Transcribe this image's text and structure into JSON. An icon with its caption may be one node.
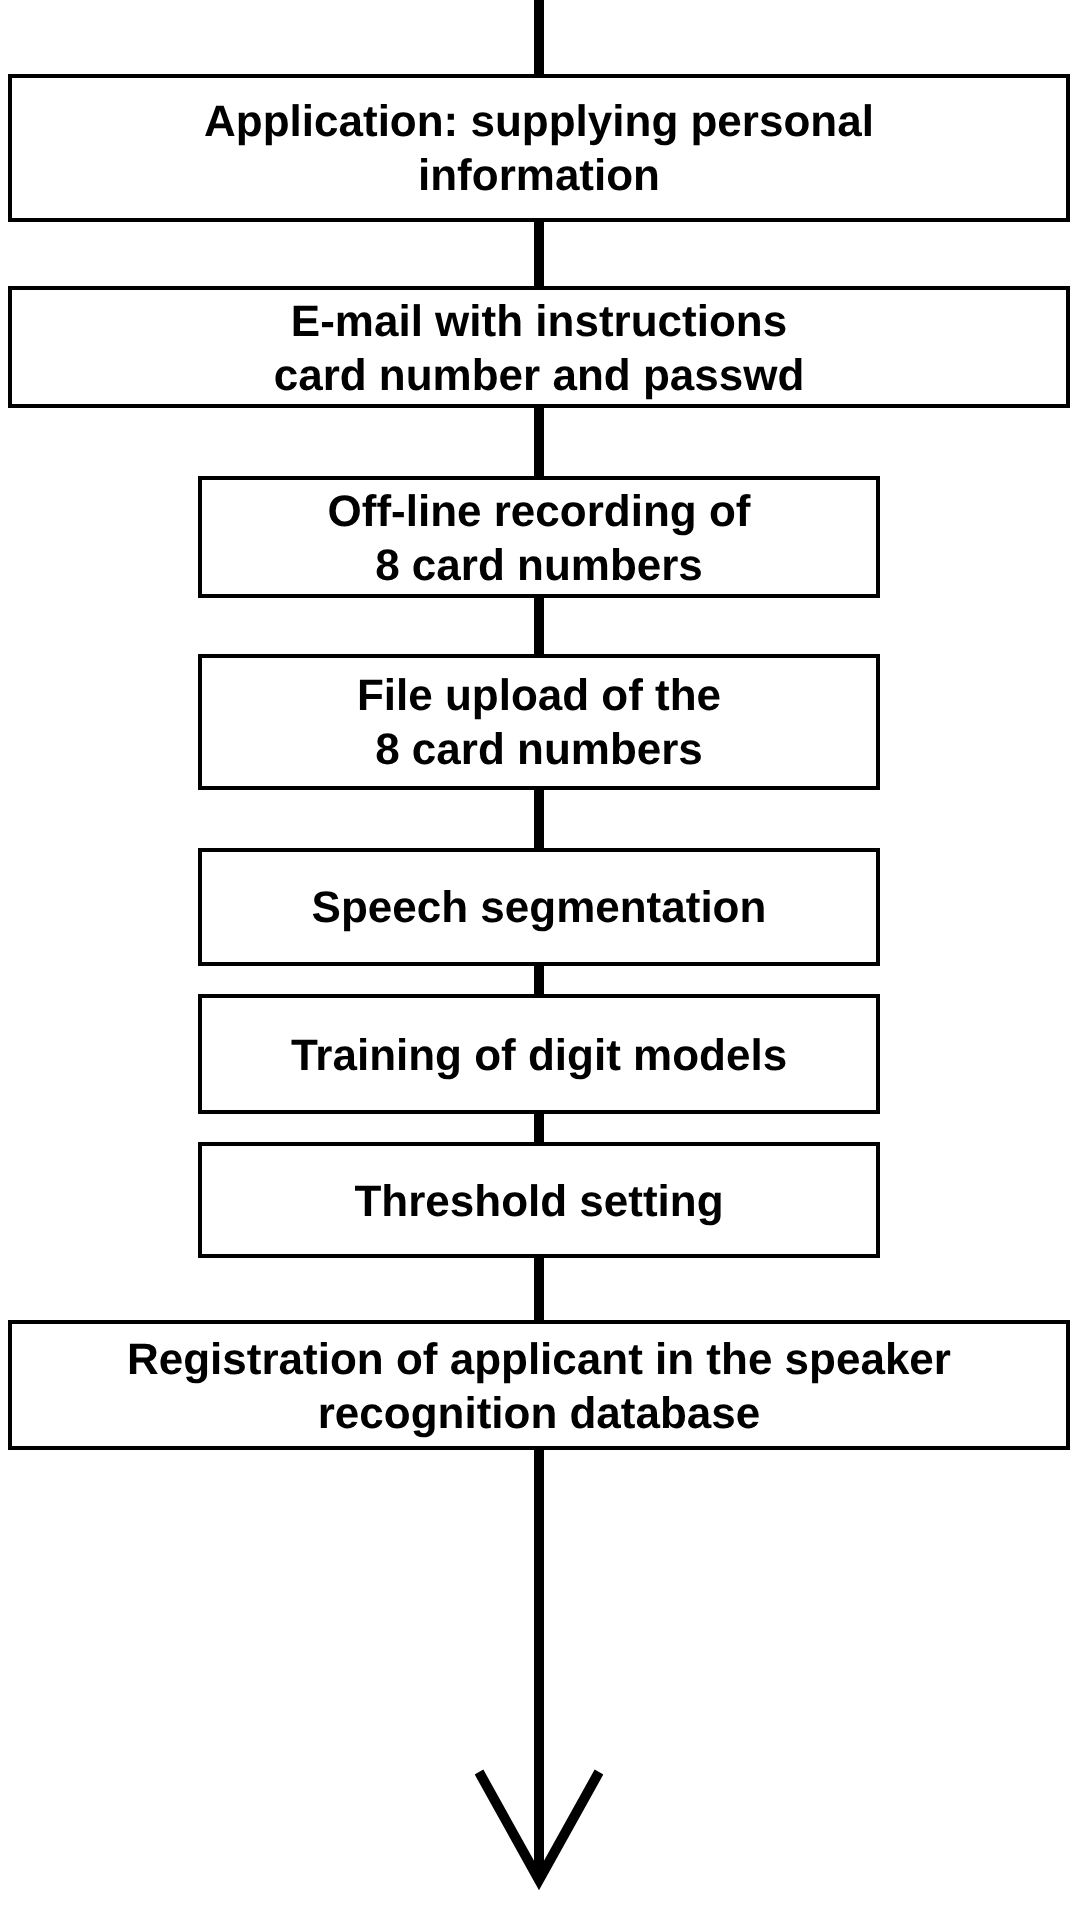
{
  "diagram": {
    "nodes": [
      {
        "text": [
          "Application: supplying personal information"
        ]
      },
      {
        "text": [
          "E-mail with instructions card number and passwd"
        ]
      },
      {
        "text": [
          "Off-line recording of 8 card numbers"
        ]
      },
      {
        "text": [
          "File upload of the 8 card numbers"
        ]
      },
      {
        "text": [
          "Speech segmentation"
        ]
      },
      {
        "text": [
          "Training of digit models"
        ]
      },
      {
        "text": [
          "Threshold setting"
        ]
      },
      {
        "text": [
          "Registration of applicant in the speaker recognition database"
        ]
      }
    ],
    "edges": [
      {
        "from": null,
        "to": 0,
        "arrow": "none"
      },
      {
        "from": 0,
        "to": 1,
        "arrow": "none"
      },
      {
        "from": 1,
        "to": 2,
        "arrow": "none"
      },
      {
        "from": 2,
        "to": 3,
        "arrow": "none"
      },
      {
        "from": 3,
        "to": 4,
        "arrow": "none"
      },
      {
        "from": 4,
        "to": 5,
        "arrow": "none"
      },
      {
        "from": 5,
        "to": 6,
        "arrow": "none"
      },
      {
        "from": 6,
        "to": 7,
        "arrow": "none"
      },
      {
        "from": 7,
        "to": null,
        "arrow": "to"
      }
    ]
  }
}
